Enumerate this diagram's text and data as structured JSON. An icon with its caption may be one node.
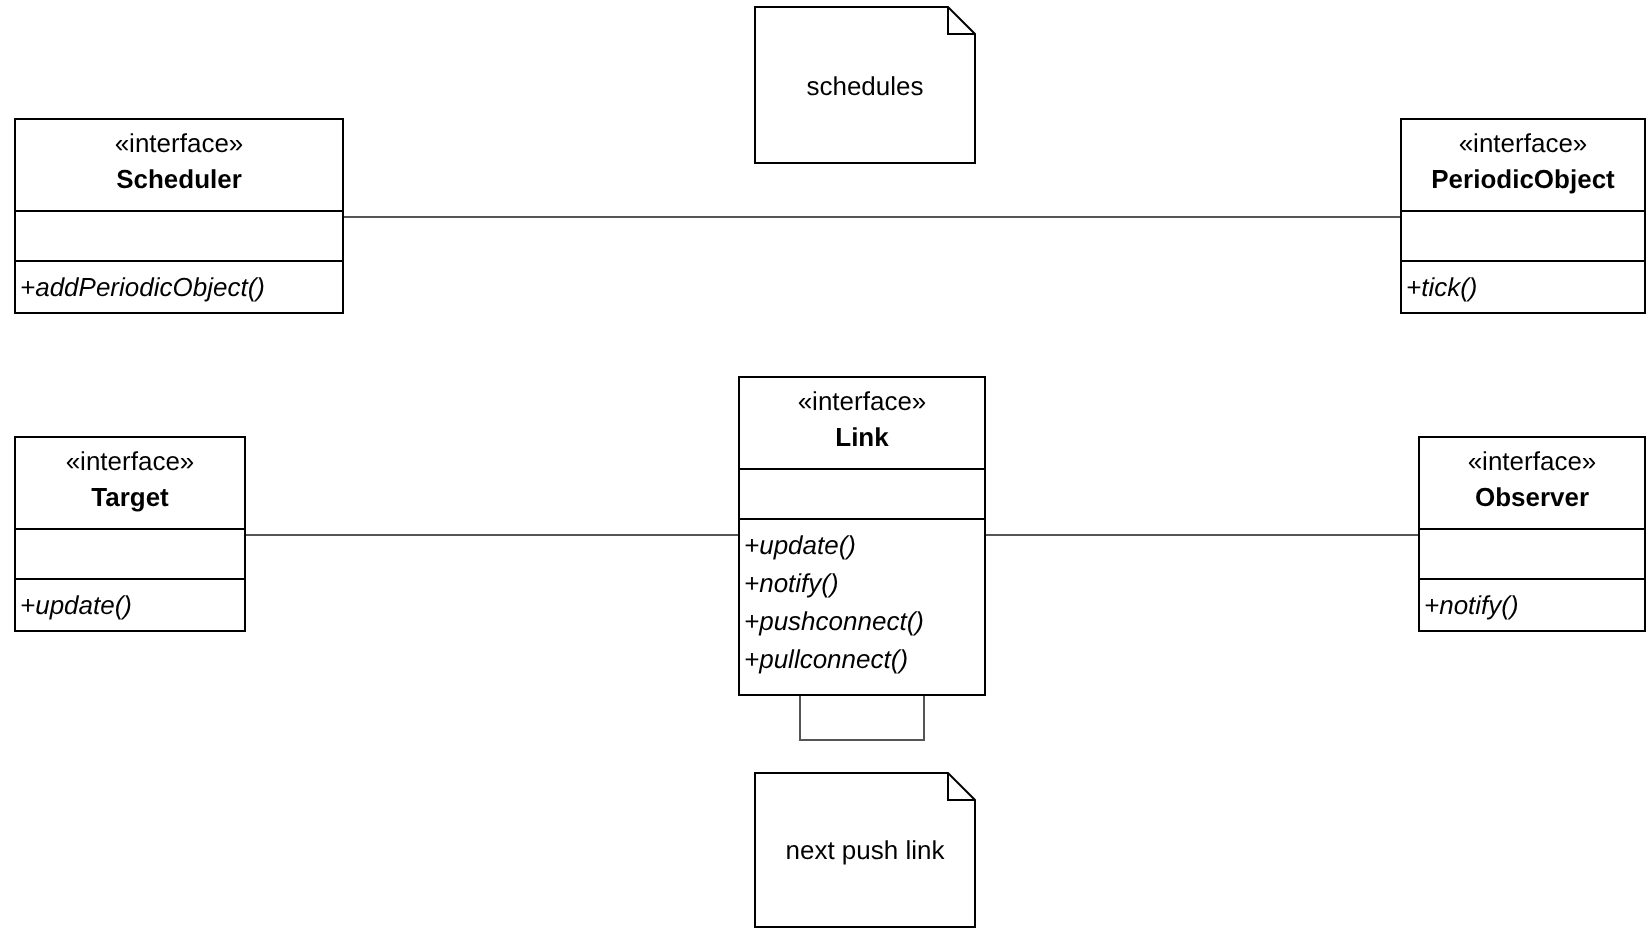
{
  "diagram": {
    "nodes": [
      {
        "text": [
          "schedules"
        ]
      },
      {
        "text": [
          "«interface»",
          "Scheduler",
          "+addPeriodicObject()"
        ]
      },
      {
        "text": [
          "«interface»",
          "PeriodicObject",
          "+tick()"
        ]
      },
      {
        "text": [
          "«interface»",
          "Target",
          "+update()"
        ]
      },
      {
        "text": [
          "«interface»",
          "Link",
          "+update()",
          "+notify()",
          "+pushconnect()",
          "+pullconnect()"
        ]
      },
      {
        "text": [
          "«interface»",
          "Observer",
          "+notify()"
        ]
      },
      {
        "text": [
          "next push link"
        ]
      }
    ],
    "edges": [
      {
        "from": 1,
        "to": 2,
        "arrow": "none"
      },
      {
        "from": 3,
        "to": 4,
        "arrow": "none"
      },
      {
        "from": 4,
        "to": 5,
        "arrow": "none"
      },
      {
        "from": 4,
        "to": 4,
        "arrow": "none"
      }
    ]
  }
}
